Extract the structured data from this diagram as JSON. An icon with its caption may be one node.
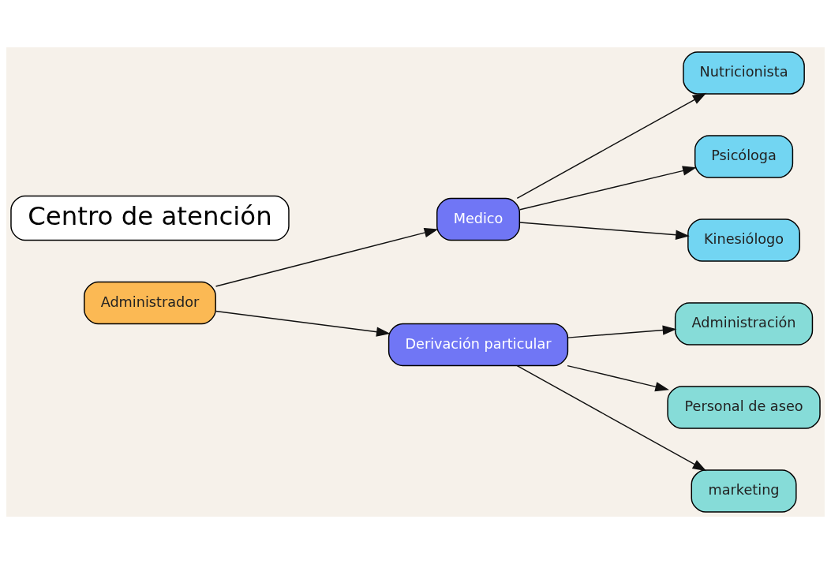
{
  "diagram": {
    "nodes": [
      {
        "text": [
          "Administrador"
        ]
      },
      {
        "text": [
          "Medico"
        ]
      },
      {
        "text": [
          "Derivación particular"
        ]
      },
      {
        "text": [
          "Nutricionista"
        ]
      },
      {
        "text": [
          "Psicóloga"
        ]
      },
      {
        "text": [
          "Kinesiólogo"
        ]
      },
      {
        "text": [
          "Administración"
        ]
      },
      {
        "text": [
          "Personal de aseo"
        ]
      },
      {
        "text": [
          "marketing"
        ]
      },
      {
        "text": [
          "Centro de atención"
        ]
      }
    ],
    "edges": [
      {
        "from": 0,
        "to": 1,
        "arrow": "to"
      },
      {
        "from": 0,
        "to": 2,
        "arrow": "to"
      },
      {
        "from": 1,
        "to": 3,
        "arrow": "to"
      },
      {
        "from": 1,
        "to": 4,
        "arrow": "to"
      },
      {
        "from": 1,
        "to": 5,
        "arrow": "to"
      },
      {
        "from": 2,
        "to": 6,
        "arrow": "to"
      },
      {
        "from": 2,
        "to": 7,
        "arrow": "to"
      },
      {
        "from": 2,
        "to": 8,
        "arrow": "to"
      }
    ]
  }
}
